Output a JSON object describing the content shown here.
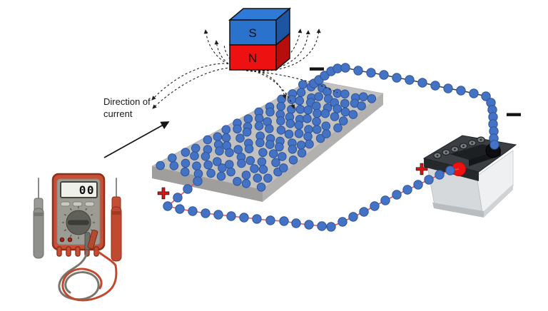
{
  "diagram": {
    "direction_label": "Direction of current",
    "magnet": {
      "south": "S",
      "north": "N"
    },
    "multimeter": {
      "display": "00"
    },
    "symbols": {
      "plus_slab": "+",
      "plus_battery": "+",
      "minus_slab": "−",
      "minus_battery": "−"
    },
    "colors": {
      "electron_fill": "#4472c4",
      "electron_stroke": "#2f5597",
      "magnet_blue": "#2b72cc",
      "magnet_blue_top": "#2e7ad6",
      "magnet_blue_dark": "#1d55a0",
      "magnet_red": "#ee1111",
      "magnet_red_dark": "#b80d0d",
      "slab_top": "#c2c1bf",
      "slab_front": "#9f9e9c",
      "slab_side": "#b2b1af",
      "wire_red": "#f25050",
      "wire_dark": "#3c3c3c",
      "field_line": "#1f1f1f",
      "plus_red": "#e01212",
      "meter_body": "#c94e33",
      "meter_face": "#9c9c94",
      "battery_lid": "#3b3f43",
      "battery_body": "#d5d9dc",
      "terminal_red": "#ee1111",
      "terminal_black": "#0d0d0f"
    }
  }
}
